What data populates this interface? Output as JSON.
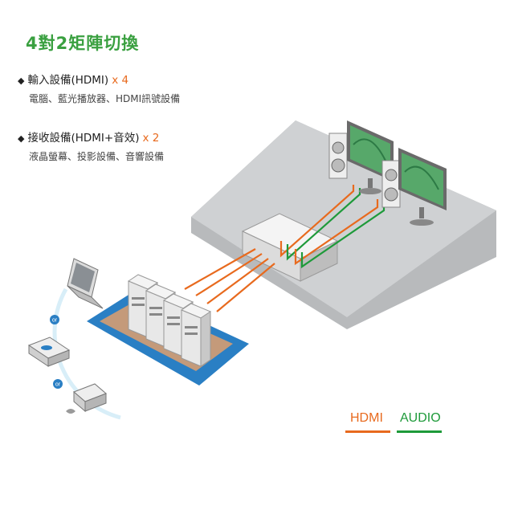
{
  "title": "4對2矩陣切換",
  "inputs": {
    "label": "輸入設備(HDMI)",
    "qty": "x 4",
    "desc": "電腦、藍光播放器、HDMI訊號設備"
  },
  "outputs": {
    "label": "接收設備(HDMI+音效)",
    "qty": "x 2",
    "desc": "液晶螢幕、投影設備、音響設備"
  },
  "legend": {
    "hdmi": "HDMI",
    "audio": "AUDIO"
  },
  "source_badges": [
    "or",
    "or"
  ],
  "colors": {
    "title": "#3aa040",
    "hdmi": "#e86a1e",
    "audio": "#1e9a3a",
    "blue_mat": "#2a7fc4",
    "brown_mat": "#c49a7a",
    "table": "#c8cacc"
  }
}
